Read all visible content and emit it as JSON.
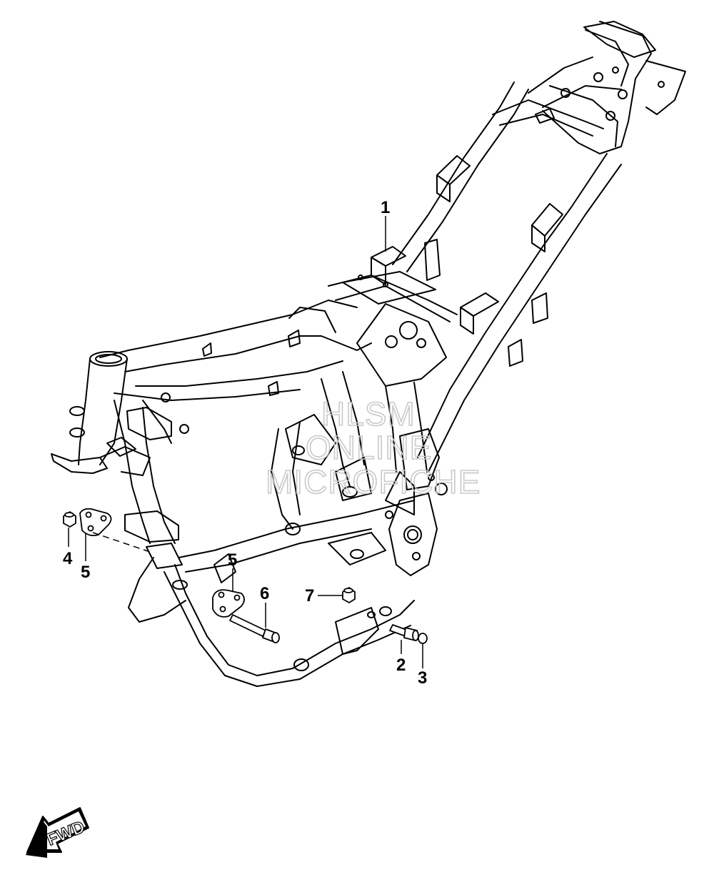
{
  "callouts": [
    {
      "id": "1",
      "text": "1"
    },
    {
      "id": "2",
      "text": "2"
    },
    {
      "id": "3",
      "text": "3"
    },
    {
      "id": "4",
      "text": "4"
    },
    {
      "id": "5a",
      "text": "5"
    },
    {
      "id": "5b",
      "text": "5"
    },
    {
      "id": "6",
      "text": "6"
    },
    {
      "id": "7",
      "text": "7"
    }
  ],
  "watermark": {
    "line1": "HLSM",
    "line2": "ONLINE",
    "line3": "MICROFICHE",
    "color": "#c9c9c9"
  },
  "direction_badge": {
    "text": "FWD",
    "icon": "fwd-arrow-icon"
  }
}
